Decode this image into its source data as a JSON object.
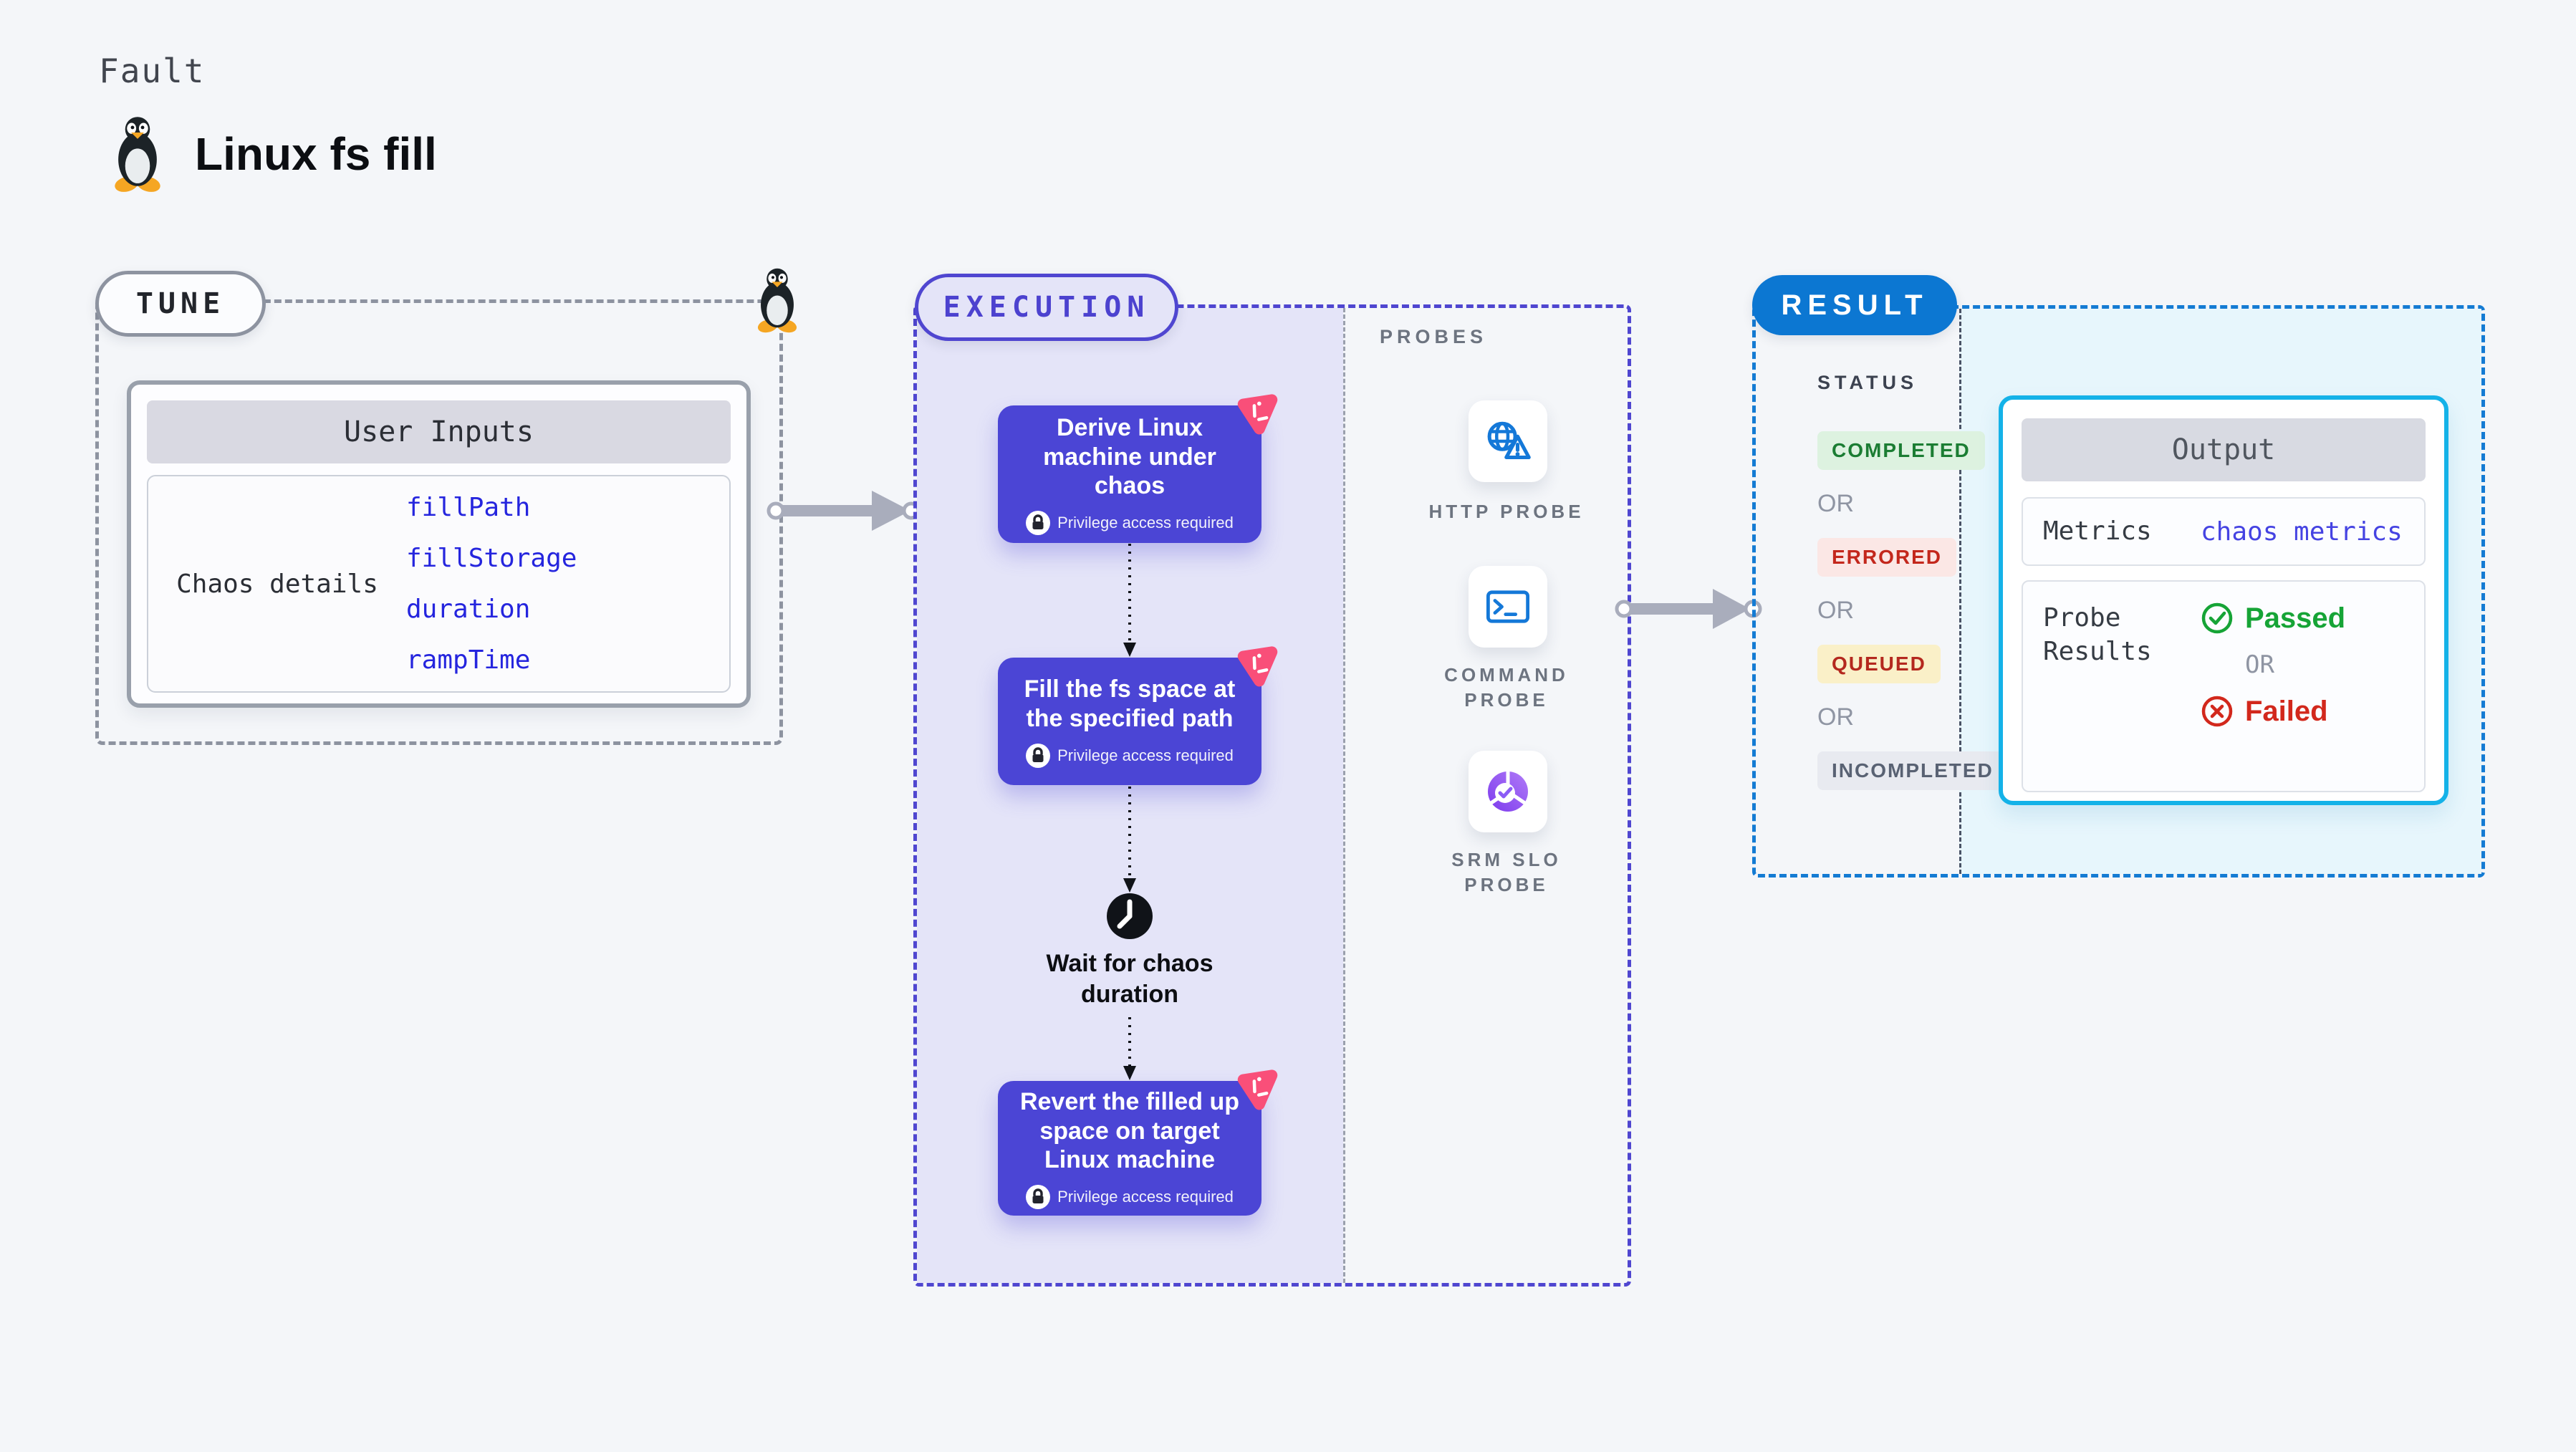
{
  "header": {
    "category_label": "Fault",
    "title": "Linux fs fill"
  },
  "tune": {
    "pill_label": "TUNE",
    "card": {
      "title": "User Inputs",
      "row_label": "Chaos details",
      "params": [
        "fillPath",
        "fillStorage",
        "duration",
        "rampTime"
      ]
    }
  },
  "execution": {
    "pill_label": "EXECUTION",
    "privilege_note": "Privilege access required",
    "steps": [
      "Derive Linux machine under chaos",
      "Fill the fs space at the specified path",
      "Revert the filled up space on target Linux machine"
    ],
    "wait_label": "Wait for chaos duration"
  },
  "probes": {
    "section_label": "PROBES",
    "items": [
      "HTTP PROBE",
      "COMMAND PROBE",
      "SRM SLO PROBE"
    ]
  },
  "result": {
    "pill_label": "RESULT",
    "status_label": "STATUS",
    "or_label": "OR",
    "statuses": [
      "COMPLETED",
      "ERRORED",
      "QUEUED",
      "INCOMPLETED"
    ],
    "output": {
      "title": "Output",
      "metrics_label": "Metrics",
      "metrics_value": "chaos metrics",
      "probe_results_label": "Probe Results",
      "passed_label": "Passed",
      "or_label": "OR",
      "failed_label": "Failed"
    }
  },
  "colors": {
    "page_bg": "#f4f6f9",
    "execution_accent": "#4f46d0",
    "execution_fill": "#e4e4f8",
    "step_box": "#4b45d5",
    "chaos_badge_pink": "#f94f79",
    "result_accent": "#147bd3",
    "result_fill": "#e7f6fc",
    "output_border": "#14b2e8",
    "param_link_blue": "#2525de",
    "completed_green": "#1b7d33",
    "errored_red": "#c3271c",
    "queued_amber_bg": "#faf0c8",
    "probe_icon_blue": "#1478d8",
    "connector_gray": "#a9adbc"
  }
}
